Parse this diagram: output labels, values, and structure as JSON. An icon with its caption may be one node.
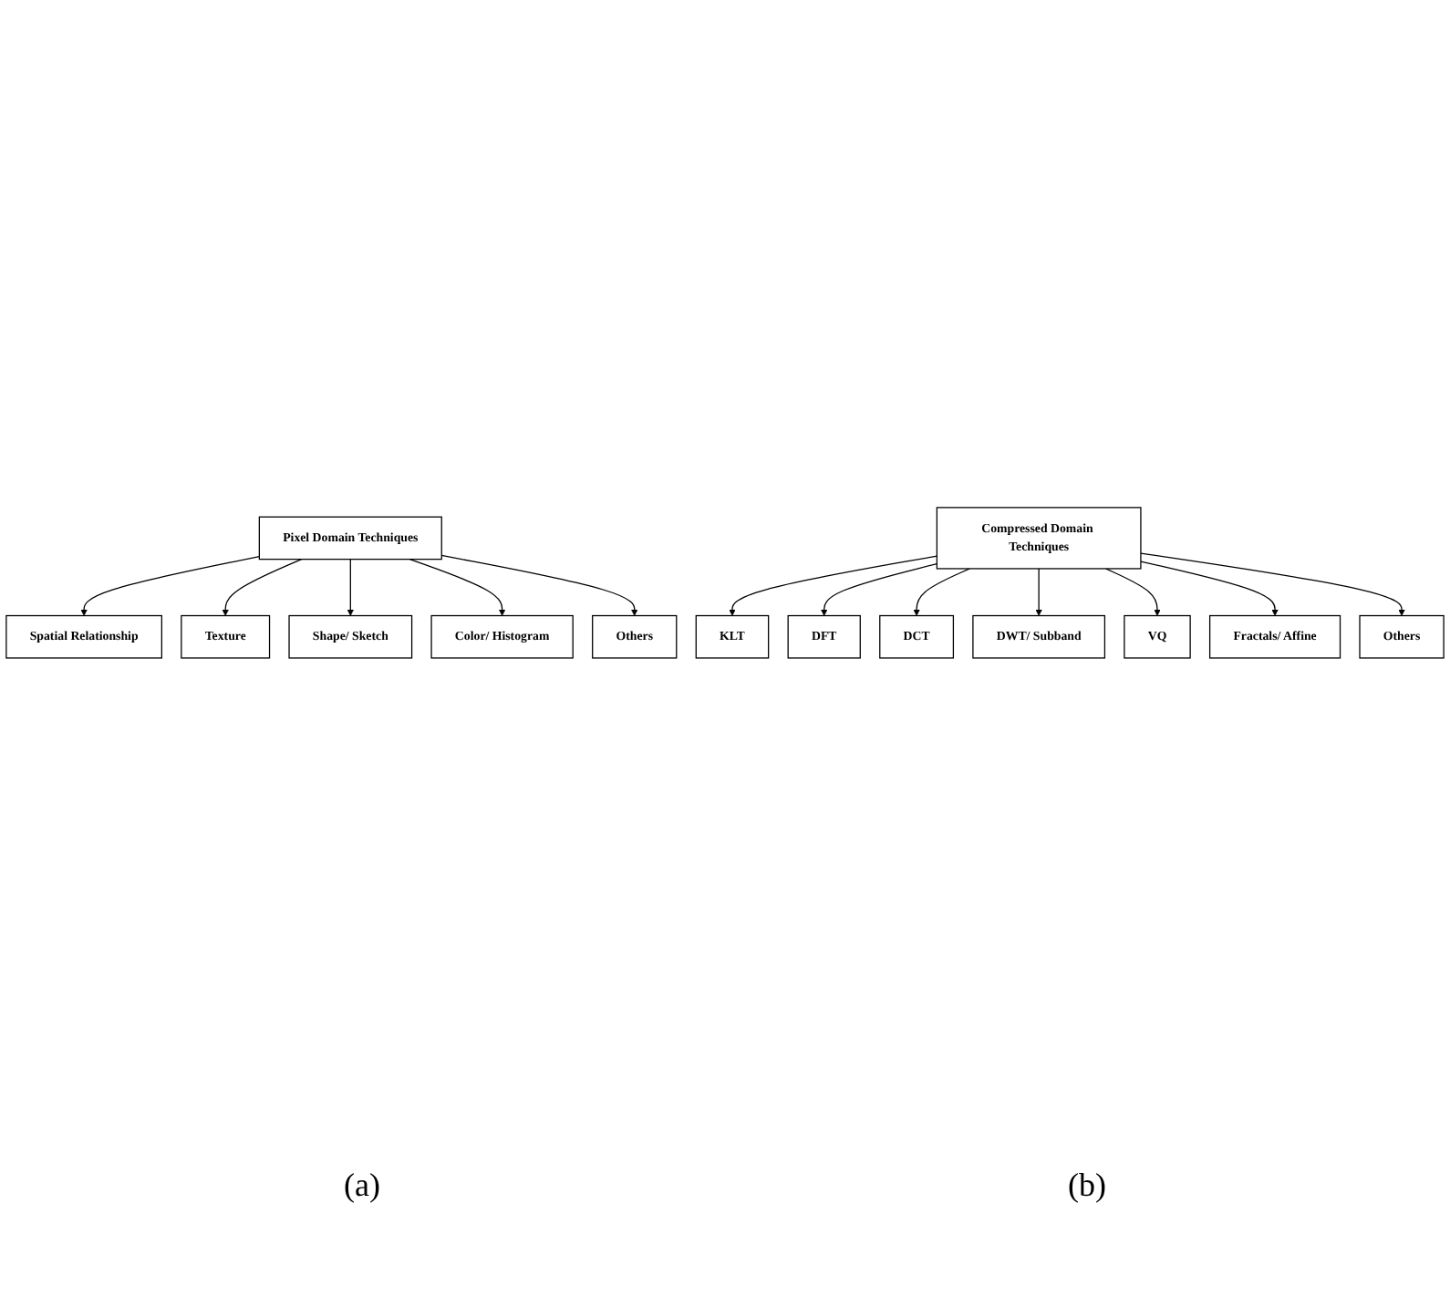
{
  "diagram": {
    "nodes": [
      {
        "text": [
          "Pixel Domain Techniques"
        ]
      },
      {
        "text": [
          "Spatial Relationship"
        ]
      },
      {
        "text": [
          "Texture"
        ]
      },
      {
        "text": [
          "Shape/ Sketch"
        ]
      },
      {
        "text": [
          "Color/ Histogram"
        ]
      },
      {
        "text": [
          "Others"
        ]
      },
      {
        "text": [
          "Compressed Domain Techniques"
        ]
      },
      {
        "text": [
          "KLT"
        ]
      },
      {
        "text": [
          "DFT"
        ]
      },
      {
        "text": [
          "DCT"
        ]
      },
      {
        "text": [
          "DWT/ Subband"
        ]
      },
      {
        "text": [
          "VQ"
        ]
      },
      {
        "text": [
          "Fractals/ Affine"
        ]
      },
      {
        "text": [
          "Others"
        ]
      }
    ],
    "edges": [
      {
        "from": 0,
        "to": 1,
        "arrow": "to"
      },
      {
        "from": 0,
        "to": 2,
        "arrow": "to"
      },
      {
        "from": 0,
        "to": 3,
        "arrow": "to"
      },
      {
        "from": 0,
        "to": 4,
        "arrow": "to"
      },
      {
        "from": 0,
        "to": 5,
        "arrow": "to"
      },
      {
        "from": 6,
        "to": 7,
        "arrow": "to"
      },
      {
        "from": 6,
        "to": 8,
        "arrow": "to"
      },
      {
        "from": 6,
        "to": 9,
        "arrow": "to"
      },
      {
        "from": 6,
        "to": 10,
        "arrow": "to"
      },
      {
        "from": 6,
        "to": 11,
        "arrow": "to"
      },
      {
        "from": 6,
        "to": 12,
        "arrow": "to"
      },
      {
        "from": 6,
        "to": 13,
        "arrow": "to"
      }
    ],
    "labels": [
      "(a)",
      "(b)"
    ]
  }
}
